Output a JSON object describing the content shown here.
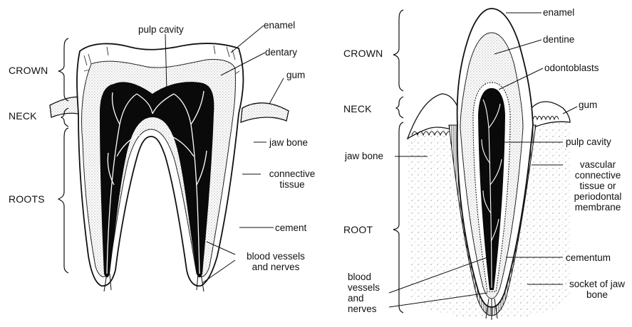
{
  "left_diagram": {
    "regions": {
      "crown": "CROWN",
      "neck": "NECK",
      "roots": "ROOTS"
    },
    "labels": {
      "pulp_cavity": "pulp cavity",
      "enamel": "enamel",
      "dentary": "dentary",
      "gum": "gum",
      "jaw_bone": "jaw bone",
      "connective_tissue": [
        "connective",
        "tissue"
      ],
      "cement": "cement",
      "blood_vessels": [
        "blood vessels",
        "and nerves"
      ]
    }
  },
  "right_diagram": {
    "regions": {
      "crown": "CROWN",
      "neck": "NECK",
      "root": "ROOT"
    },
    "labels": {
      "enamel": "enamel",
      "dentine": "dentine",
      "odontoblasts": "odontoblasts",
      "gum": "gum",
      "jaw_bone": "jaw bone",
      "pulp_cavity": "pulp cavity",
      "vascular": [
        "vascular",
        "connective",
        "tissue or",
        "periodontal",
        "membrane"
      ],
      "cementum": "cementum",
      "socket": [
        "socket of jaw",
        "bone"
      ],
      "blood_vessels": [
        "blood",
        "vessels",
        "and",
        "nerves"
      ]
    }
  }
}
